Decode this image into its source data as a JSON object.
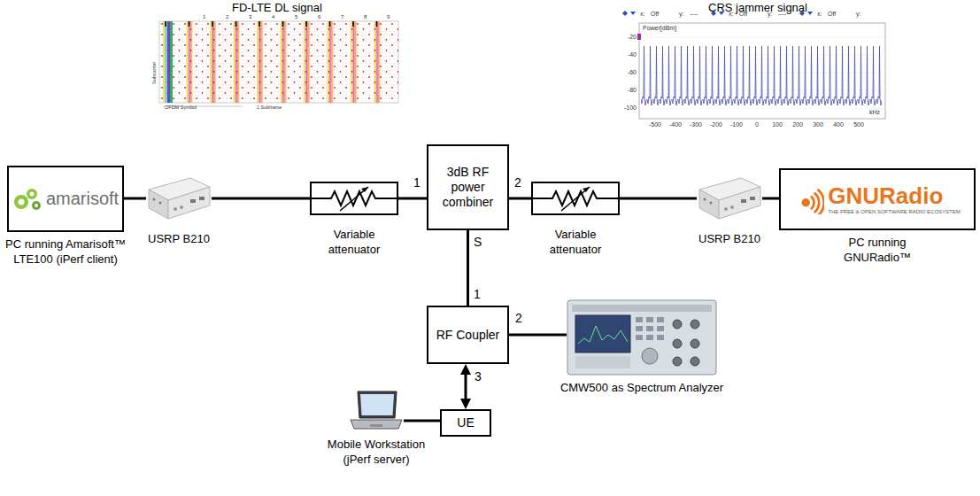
{
  "diagram": {
    "nodes": [
      {
        "text": [
          "amarisoft",
          "PC running Amarisoft™ LTE100 (iPerf client)"
        ]
      },
      {
        "text": [
          "USRP B210"
        ]
      },
      {
        "text": [
          "Variable attenuator"
        ]
      },
      {
        "text": [
          "3dB RF power combiner"
        ]
      },
      {
        "text": [
          "Variable attenuator"
        ]
      },
      {
        "text": [
          "USRP B210"
        ]
      },
      {
        "text": [
          "GNURadio",
          "THE FREE & OPEN SOFTWARE RADIO ECOSYSTEM",
          "PC running GNURadio™"
        ]
      },
      {
        "text": [
          "RF Coupler"
        ]
      },
      {
        "text": [
          "CMW500 as Spectrum Analyzer"
        ]
      },
      {
        "text": [
          "UE"
        ]
      },
      {
        "text": [
          "Mobile Workstation (jPerf server)"
        ]
      }
    ],
    "edges": [
      {
        "from": 0,
        "to": 1,
        "arrow": "none"
      },
      {
        "from": 1,
        "to": 2,
        "arrow": "none"
      },
      {
        "from": 2,
        "to": 3,
        "arrow": "none"
      },
      {
        "from": 3,
        "to": 4,
        "arrow": "none"
      },
      {
        "from": 4,
        "to": 5,
        "arrow": "none"
      },
      {
        "from": 5,
        "to": 6,
        "arrow": "none"
      },
      {
        "from": 3,
        "to": 7,
        "arrow": "none"
      },
      {
        "from": 7,
        "to": 8,
        "arrow": "none"
      },
      {
        "from": 7,
        "to": 9,
        "arrow": "both"
      },
      {
        "from": 9,
        "to": 10,
        "arrow": "none"
      }
    ],
    "labels": [
      "FD-LTE DL signal",
      "CRS jammer signal",
      "1",
      "2",
      "3",
      "4",
      "5",
      "6",
      "7",
      "8",
      "9",
      "OFDM Symbol",
      "1 Subframe",
      "Subcarrier",
      "x:",
      "Off",
      "y:",
      "----",
      "x:",
      "Off",
      "y:",
      "----",
      "x:",
      "Off",
      "y:",
      "Power[dBm]",
      "-20",
      "-40",
      "-60",
      "-80",
      "-100",
      "-500",
      "-400",
      "-300",
      "-200",
      "-100",
      "0",
      "100",
      "200",
      "300",
      "400",
      "500",
      "kHz",
      "1",
      "2",
      "S",
      "1",
      "2",
      "3"
    ]
  }
}
